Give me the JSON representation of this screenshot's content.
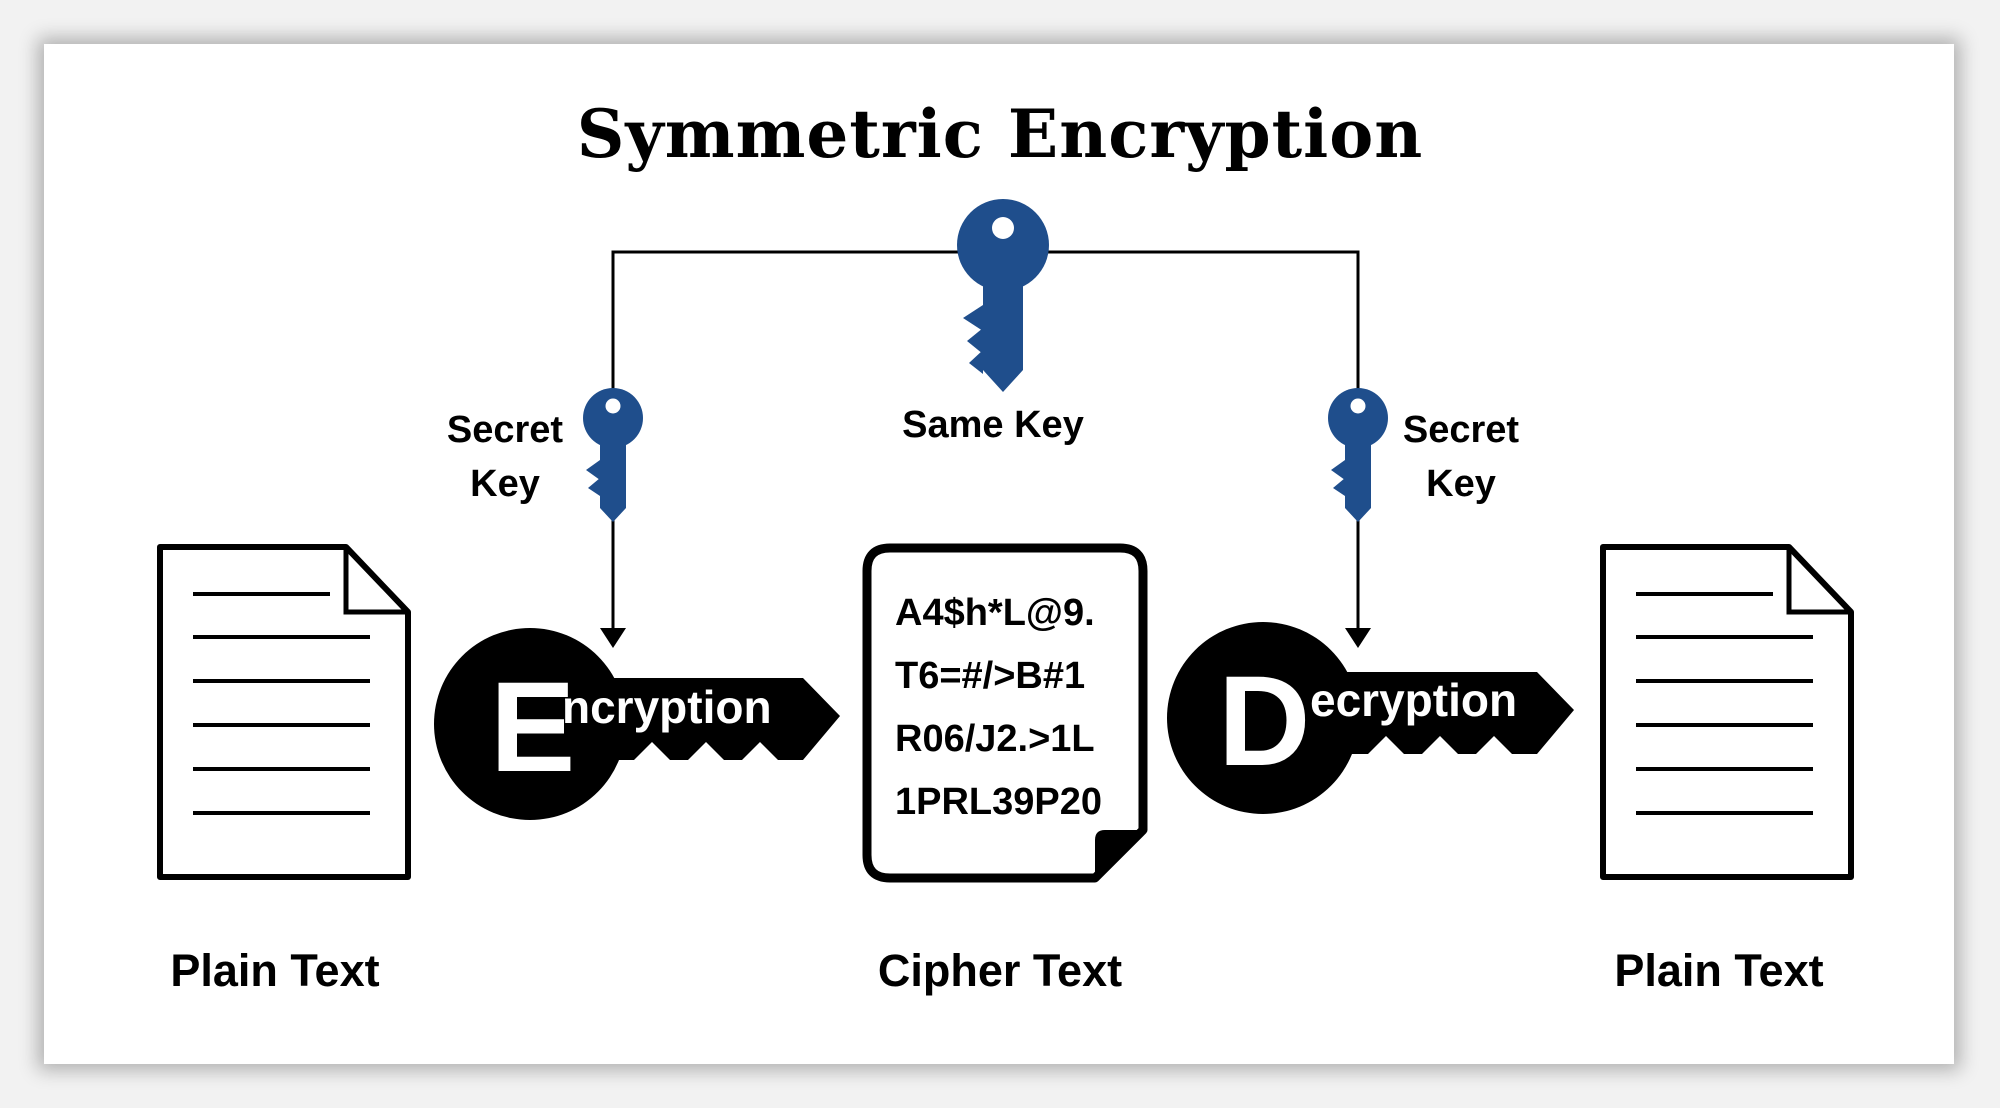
{
  "title": "Symmetric Encryption",
  "labels": {
    "secret_key_left": [
      "Secret",
      "Key"
    ],
    "same_key": "Same Key",
    "secret_key_right": [
      "Secret",
      "Key"
    ]
  },
  "encryption": {
    "initial": "E",
    "rest": "ncryption"
  },
  "decryption": {
    "initial": "D",
    "rest": "ecryption"
  },
  "cipher_lines": [
    "A4$h*L@9.",
    "T6=#/>B#1",
    "R06/J2.>1L",
    "1PRL39P20"
  ],
  "captions": {
    "left": "Plain Text",
    "center": "Cipher Text",
    "right": "Plain Text"
  },
  "colors": {
    "key": "#1f4e8c",
    "ink": "#000000",
    "background": "#ffffff"
  },
  "icons": [
    "key-icon",
    "document-icon",
    "cipher-document-icon",
    "encryption-key-icon",
    "decryption-key-icon"
  ]
}
